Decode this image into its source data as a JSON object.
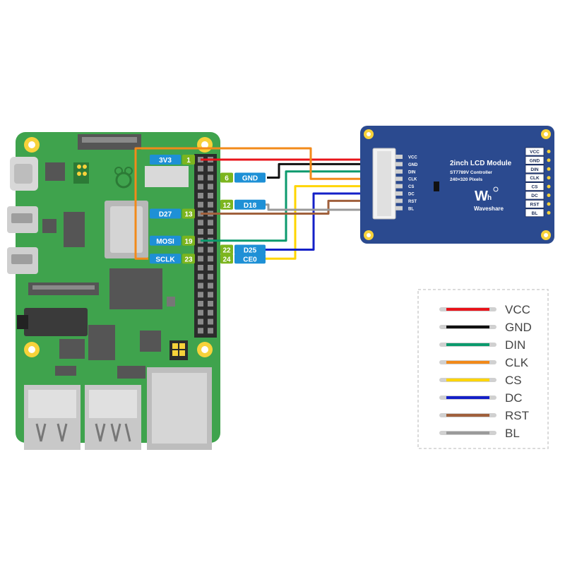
{
  "rpi_labels": [
    {
      "id": "3v3",
      "text": "3V3",
      "pin": "1",
      "side": "left",
      "row": 0
    },
    {
      "id": "gnd",
      "text": "GND",
      "pin": "6",
      "side": "right",
      "row": 2
    },
    {
      "id": "d27",
      "text": "D27",
      "pin": "13",
      "side": "left",
      "row": 6
    },
    {
      "id": "d18",
      "text": "D18",
      "pin": "12",
      "side": "right",
      "row": 5
    },
    {
      "id": "mosi",
      "text": "MOSI",
      "pin": "19",
      "side": "left",
      "row": 9
    },
    {
      "id": "d25",
      "text": "D25",
      "pin": "22",
      "side": "right",
      "row": 10
    },
    {
      "id": "sclk",
      "text": "SCLK",
      "pin": "23",
      "side": "left",
      "row": 11
    },
    {
      "id": "ce0",
      "text": "CE0",
      "pin": "24",
      "side": "right",
      "row": 11
    }
  ],
  "lcd": {
    "title": "2inch LCD Module",
    "subtitle1": "ST7789V Controller",
    "subtitle2": "240×320 Pixels",
    "brand": "Waveshare",
    "connector_labels": [
      "VCC",
      "GND",
      "DIN",
      "CLK",
      "CS",
      "DC",
      "RST",
      "BL"
    ],
    "side_labels": [
      "VCC",
      "GND",
      "DIN",
      "CLK",
      "CS",
      "DC",
      "RST",
      "BL"
    ]
  },
  "legend": [
    {
      "name": "VCC",
      "color": "#e8141b"
    },
    {
      "name": "GND",
      "color": "#111111"
    },
    {
      "name": "DIN",
      "color": "#0b9a6d"
    },
    {
      "name": "CLK",
      "color": "#f28a1a"
    },
    {
      "name": "CS",
      "color": "#ffd500"
    },
    {
      "name": "DC",
      "color": "#1420c8"
    },
    {
      "name": "RST",
      "color": "#a0603c"
    },
    {
      "name": "BL",
      "color": "#9a9a9a"
    }
  ],
  "colors": {
    "board": "#3fa34d",
    "board_dark": "#2f8a3d",
    "lcd_pcb": "#2b4a8f",
    "label_blue": "#1e90d6",
    "label_green": "#7cb51e"
  }
}
